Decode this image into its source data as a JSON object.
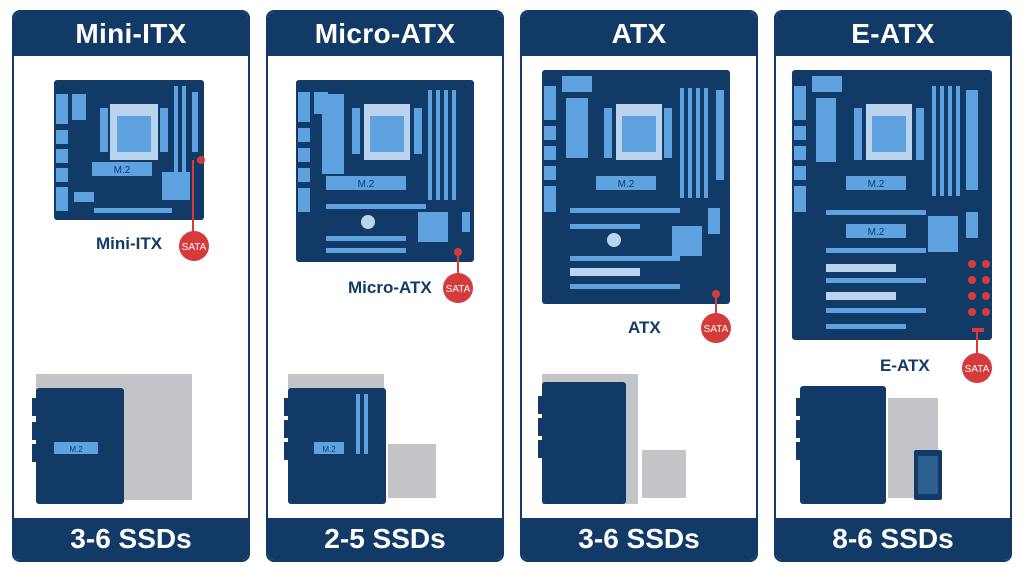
{
  "colors": {
    "navy": "#123a66",
    "board": "#123a66",
    "component": "#5ea3e0",
    "component_light": "#b9d4ec",
    "sata_red": "#d63a3a",
    "drive_gray": "#c2c4c8",
    "header_text": "#ffffff"
  },
  "sata_label": "SATA",
  "m2_label": "M.2",
  "panels": [
    {
      "title": "Mini-ITX",
      "caption": "Mini-ITX",
      "ssd_count": "3-6 SSDs"
    },
    {
      "title": "Micro-ATX",
      "caption": "Micro-ATX",
      "ssd_count": "2-5 SSDs"
    },
    {
      "title": "ATX",
      "caption": "ATX",
      "ssd_count": "3-6 SSDs"
    },
    {
      "title": "E-ATX",
      "caption": "E-ATX",
      "ssd_count": "8-6 SSDs"
    }
  ]
}
